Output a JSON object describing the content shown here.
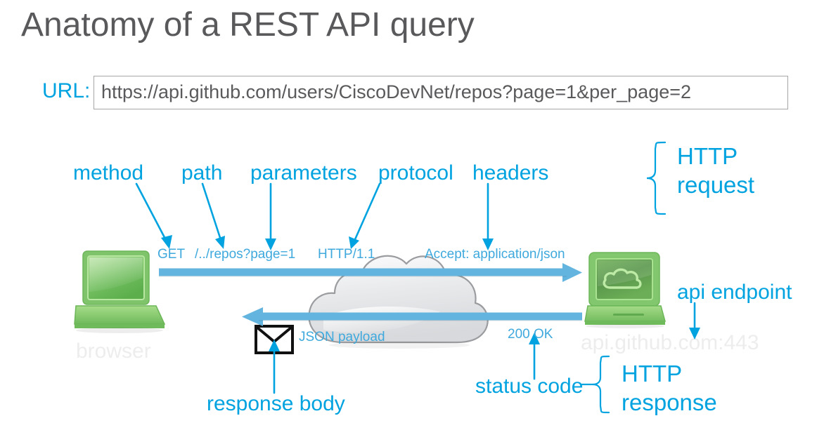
{
  "slide": {
    "title": "Anatomy of a REST API query",
    "background": "#ffffff",
    "accent_blue": "#00A3E0",
    "wire_blue": "#3FA9DD",
    "arrow_blue": "#63B4DE",
    "title_gray": "#59595B",
    "watermark_gray": "#EDEDED"
  },
  "url_row": {
    "label": "URL:",
    "value": "https://api.github.com/users/CiscoDevNet/repos?page=1&per_page=2",
    "placeholder": "https://"
  },
  "callouts": {
    "method": "method",
    "path": "path",
    "parameters": "parameters",
    "protocol": "protocol",
    "headers": "headers",
    "api_endpoint": "api endpoint",
    "response_body": "response body",
    "status_code": "status code",
    "http_request": "HTTP",
    "http_request_2": "request",
    "http_response": "HTTP",
    "http_response_2": "response"
  },
  "request_line": {
    "method": "GET",
    "path": "/../repos?page=1",
    "protocol": "HTTP/1.1",
    "headers": "Accept: application/json"
  },
  "response_line": {
    "payload": "JSON payload",
    "status": "200 OK"
  },
  "nodes": {
    "client_label": "browser",
    "server_label": "api.github.com:443",
    "client_icon": "laptop-icon",
    "server_icon": "server-cloud-icon",
    "network_icon": "cloud-icon",
    "body_icon": "envelope-icon"
  }
}
